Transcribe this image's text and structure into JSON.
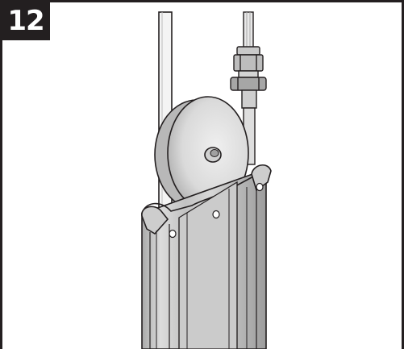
{
  "step": {
    "number": "12",
    "badge_color": "#231f20"
  },
  "illustration": {
    "parts": [
      "rod-left",
      "water-supply-line",
      "compression-fitting",
      "mounting-disc",
      "aluminum-channel"
    ],
    "colors": {
      "line": "#231f20",
      "channel_light": "#d4d4d4",
      "channel_mid": "#bdbdbd",
      "channel_dark": "#9a9a9a",
      "disc": "#cfcfcf",
      "disc_face": "#e4e4e4"
    }
  }
}
